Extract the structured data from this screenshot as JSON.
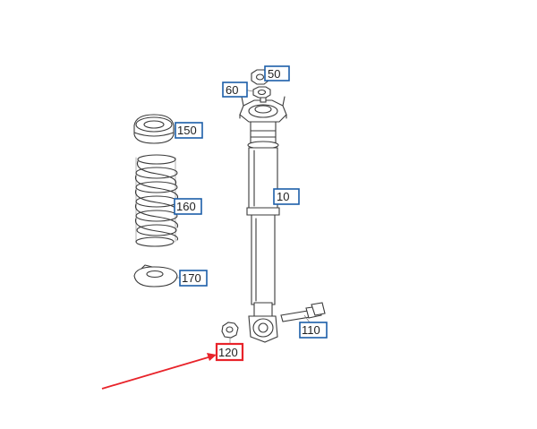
{
  "callouts": [
    {
      "id": "nut-top",
      "label": "50",
      "highlighted": false
    },
    {
      "id": "washer-top",
      "label": "60",
      "highlighted": false
    },
    {
      "id": "spring-seat-upper",
      "label": "150",
      "highlighted": false
    },
    {
      "id": "shock-absorber",
      "label": "10",
      "highlighted": false
    },
    {
      "id": "coil-spring",
      "label": "160",
      "highlighted": false
    },
    {
      "id": "spring-seat-lower",
      "label": "170",
      "highlighted": false
    },
    {
      "id": "bolt",
      "label": "110",
      "highlighted": false
    },
    {
      "id": "nut-bottom",
      "label": "120",
      "highlighted": true
    }
  ],
  "colors": {
    "callout_border": "#1c5ea8",
    "highlight_border": "#e8232a",
    "pointer_arrow": "#e8232a",
    "line_art": "#3a3a3a"
  }
}
